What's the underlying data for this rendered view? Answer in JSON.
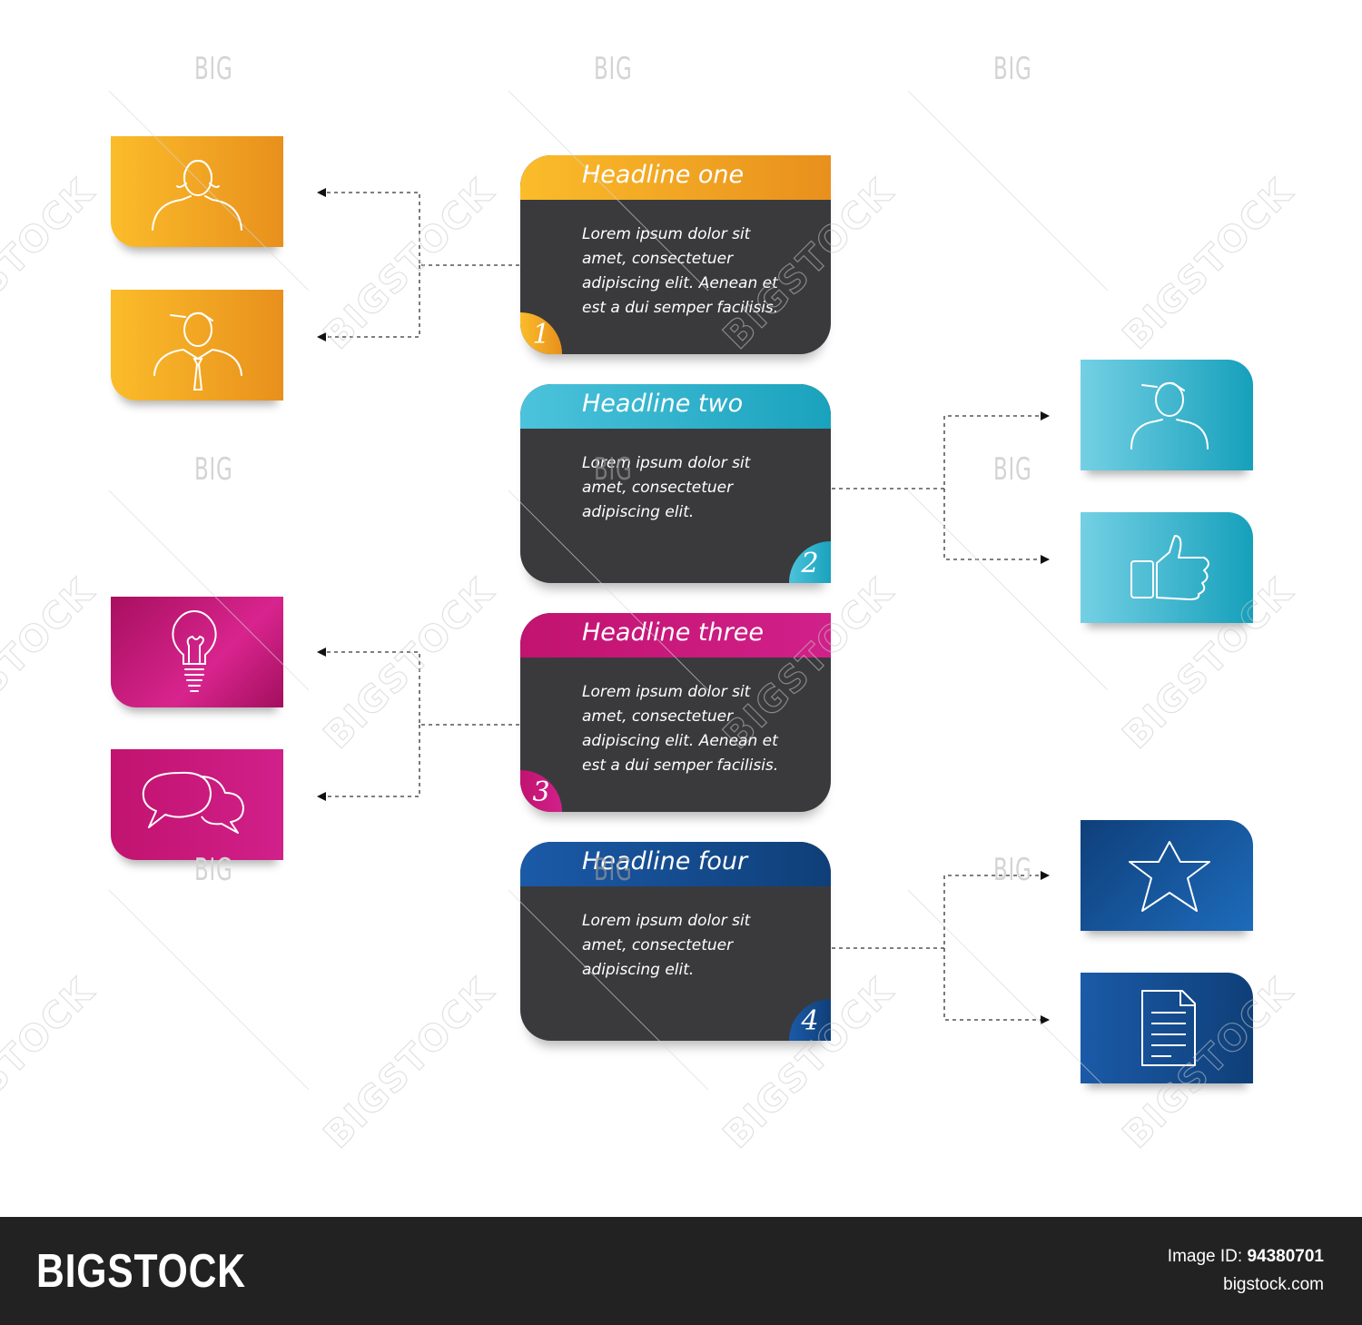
{
  "watermark": {
    "big": "BIG",
    "bigstock": "BIGSTOCK"
  },
  "cards": [
    {
      "headline": "Headline one",
      "number": "1",
      "lines": [
        "Lorem ipsum dolor sit",
        "amet, consectetuer",
        "adipiscing elit. Aenean et",
        "est a dui semper facilisis."
      ],
      "color": "#f5a623"
    },
    {
      "headline": "Headline two",
      "number": "2",
      "lines": [
        "Lorem ipsum dolor sit",
        "amet, consectetuer",
        "adipiscing elit."
      ],
      "color": "#29b2cd"
    },
    {
      "headline": "Headline three",
      "number": "3",
      "lines": [
        "Lorem ipsum dolor sit",
        "amet, consectetuer",
        "adipiscing elit. Aenean et",
        "est a dui semper facilisis."
      ],
      "color": "#c8177d"
    },
    {
      "headline": "Headline four",
      "number": "4",
      "lines": [
        "Lorem ipsum dolor sit",
        "amet, consectetuer",
        "adipiscing elit."
      ],
      "color": "#154f96"
    }
  ],
  "icons": {
    "woman": "woman-icon",
    "man_tie": "man-with-tie-icon",
    "person": "person-icon",
    "thumbs_up": "thumbs-up-icon",
    "bulb": "light-bulb-icon",
    "chat": "speech-bubbles-icon",
    "star": "star-icon",
    "document": "document-icon"
  },
  "footer": {
    "brand": "BIGSTOCK",
    "image_id_label": "Image ID:",
    "image_id": "94380701",
    "site": "bigstock.com"
  }
}
